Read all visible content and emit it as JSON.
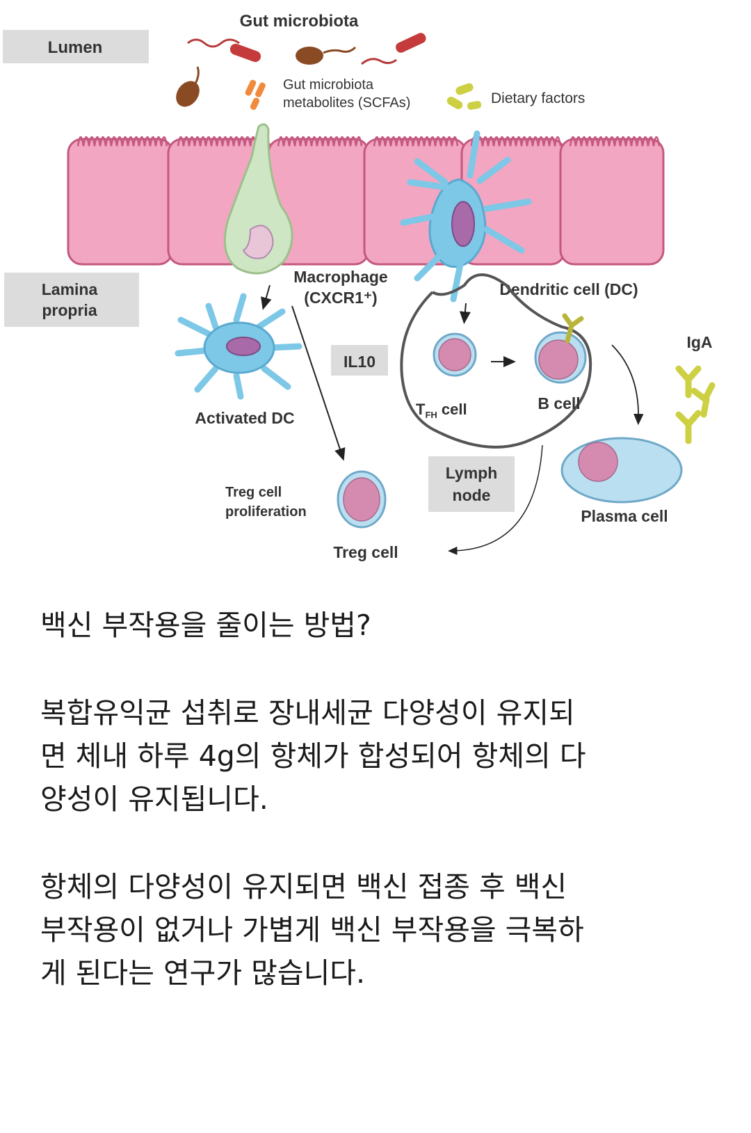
{
  "diagram": {
    "lumen": "Lumen",
    "lamina_propria": [
      "Lamina",
      "propria"
    ],
    "gut_microbiota": "Gut microbiota",
    "metabolites": [
      "Gut microbiota",
      "metabolites (SCFAs)"
    ],
    "dietary_factors": "Dietary factors",
    "macrophage": [
      "Macrophage",
      "(CXCR1⁺)"
    ],
    "dendritic_cell": "Dendritic cell (DC)",
    "activated_dc": "Activated DC",
    "il10": "IL10",
    "tfh_t": "T",
    "tfh_sub": "FH",
    "tfh_rest": " cell",
    "b_cell": "B cell",
    "iga": "IgA",
    "lymph_node": [
      "Lymph",
      "node"
    ],
    "plasma_cell": "Plasma cell",
    "treg_prolif": [
      "Treg cell",
      "proliferation"
    ],
    "treg_cell": "Treg cell"
  },
  "colors": {
    "epithelium": "#f2a6c2",
    "epithelium_edge": "#c4587f",
    "label_box": "#dcdcdc",
    "dc_blue": "#7cc8e6",
    "macrophage_green": "#cfe6c4",
    "nucleus": "#a86aa8",
    "iga_yellow": "#cdd043"
  },
  "article": {
    "p1": [
      "백신 부작용을 줄이는 방법?"
    ],
    "p2": [
      "복합유익균 섭취로 장내세균 다양성이 유지되",
      "면 체내 하루 4g의 항체가 합성되어 항체의 다",
      "양성이 유지됩니다."
    ],
    "p3": [
      "항체의 다양성이 유지되면 백신 접종 후 백신",
      "부작용이 없거나 가볍게 백신 부작용을 극복하",
      "게 된다는 연구가 많습니다."
    ]
  }
}
